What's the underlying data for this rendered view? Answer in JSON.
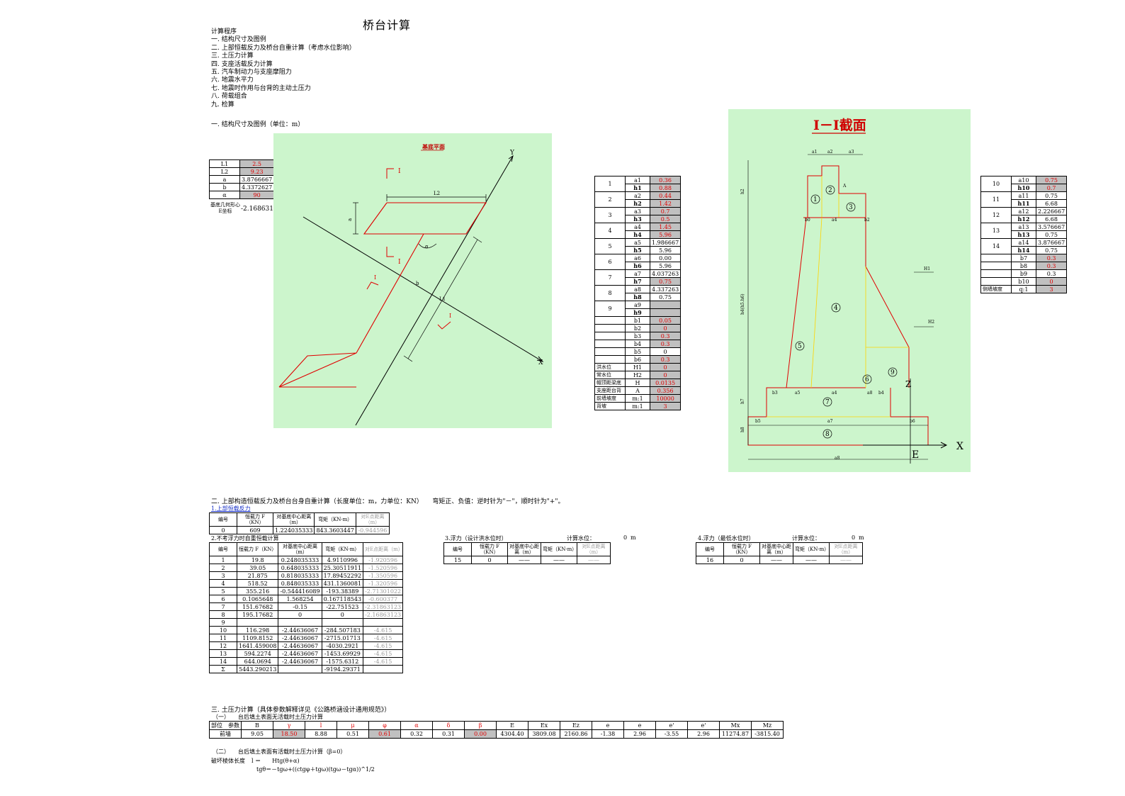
{
  "title": "桥台计算",
  "toc": {
    "heading": "计算程序",
    "items": [
      "一. 结构尺寸及图例",
      "二. 上部恒载反力及桥台自重计算（考虑水位影响）",
      "三. 土压力计算",
      "四. 支座活载反力计算",
      "五. 汽车制动力与支座摩阻力",
      "六. 地震水平力",
      "七. 地震时作用与台背的主动土压力",
      "八. 荷载组合",
      "九. 检算"
    ]
  },
  "section1": {
    "title": "一. 结构尺寸及图例（单位：m）",
    "params": [
      {
        "label": "L1",
        "value": "2.5",
        "shaded": true
      },
      {
        "label": "L2",
        "value": "9.23",
        "shaded": true
      },
      {
        "label": "a",
        "value": "3.8766667",
        "shaded": false
      },
      {
        "label": "b",
        "value": "4.3372627",
        "shaded": false
      },
      {
        "label": "α",
        "value": "90",
        "shaded": true
      }
    ],
    "centroid_label": "基底几何形心E坐标",
    "centroid_value": "-2.168631",
    "plan_title": "基底平面"
  },
  "dims_left": {
    "groups": [
      {
        "num": "1",
        "rows": [
          {
            "k": "a1",
            "v": "0.36",
            "s": true
          },
          {
            "k": "h1",
            "v": "0.88",
            "s": true
          }
        ]
      },
      {
        "num": "2",
        "rows": [
          {
            "k": "a2",
            "v": "0.44",
            "s": true
          },
          {
            "k": "h2",
            "v": "1.42",
            "s": true
          }
        ]
      },
      {
        "num": "3",
        "rows": [
          {
            "k": "a3",
            "v": "0.7",
            "s": true
          },
          {
            "k": "h3",
            "v": "0.5",
            "s": true
          }
        ]
      },
      {
        "num": "4",
        "rows": [
          {
            "k": "a4",
            "v": "1.45",
            "s": true
          },
          {
            "k": "h4",
            "v": "5.96",
            "s": true
          }
        ]
      },
      {
        "num": "5",
        "rows": [
          {
            "k": "a5",
            "v": "1.986667",
            "s": false
          },
          {
            "k": "h5",
            "v": "5.96",
            "s": false
          }
        ]
      },
      {
        "num": "6",
        "rows": [
          {
            "k": "a6",
            "v": "0.00",
            "s": false
          },
          {
            "k": "h6",
            "v": "5.96",
            "s": false
          }
        ]
      },
      {
        "num": "7",
        "rows": [
          {
            "k": "a7",
            "v": "4.037263",
            "s": false
          },
          {
            "k": "h7",
            "v": "0.75",
            "s": true
          }
        ]
      },
      {
        "num": "8",
        "rows": [
          {
            "k": "a8",
            "v": "4.337263",
            "s": false
          },
          {
            "k": "h8",
            "v": "0.75",
            "s": false
          }
        ]
      },
      {
        "num": "9",
        "rows": [
          {
            "k": "a9",
            "v": "",
            "s": true
          },
          {
            "k": "h9",
            "v": "",
            "s": true
          }
        ]
      }
    ],
    "extra": [
      {
        "label": "",
        "k": "b1",
        "v": "0.05",
        "s": true
      },
      {
        "label": "",
        "k": "b2",
        "v": "0",
        "s": true
      },
      {
        "label": "",
        "k": "b3",
        "v": "0.3",
        "s": true
      },
      {
        "label": "",
        "k": "b4",
        "v": "0.3",
        "s": true
      },
      {
        "label": "",
        "k": "b5",
        "v": "0",
        "s": false
      },
      {
        "label": "",
        "k": "b6",
        "v": "0.3",
        "s": true
      },
      {
        "label": "洪水位",
        "k": "H1",
        "v": "0",
        "s": true
      },
      {
        "label": "常水位",
        "k": "H2",
        "v": "0",
        "s": true
      },
      {
        "label": "帽顶距梁底",
        "k": "H",
        "v": "0.0135",
        "s": true
      },
      {
        "label": "支座距台背",
        "k": "A",
        "v": "0.356",
        "s": true
      },
      {
        "label": "前墙坡度",
        "k": "m:1",
        "v": "10000",
        "s": true
      },
      {
        "label": "背坡",
        "k": "m:1",
        "v": "3",
        "s": true
      }
    ]
  },
  "section_title": "Ⅰ－Ⅰ截面",
  "dims_right": {
    "groups": [
      {
        "num": "10",
        "rows": [
          {
            "k": "a10",
            "v": "0.75",
            "s": true
          },
          {
            "k": "h10",
            "v": "0.7",
            "s": true
          }
        ]
      },
      {
        "num": "11",
        "rows": [
          {
            "k": "a11",
            "v": "0.75",
            "s": false
          },
          {
            "k": "h11",
            "v": "6.68",
            "s": false
          }
        ]
      },
      {
        "num": "12",
        "rows": [
          {
            "k": "a12",
            "v": "2.226667",
            "s": false
          },
          {
            "k": "h12",
            "v": "6.68",
            "s": false
          }
        ]
      },
      {
        "num": "13",
        "rows": [
          {
            "k": "a13",
            "v": "3.576667",
            "s": false
          },
          {
            "k": "h13",
            "v": "0.75",
            "s": false
          }
        ]
      },
      {
        "num": "14",
        "rows": [
          {
            "k": "a14",
            "v": "3.876667",
            "s": false
          },
          {
            "k": "h14",
            "v": "0.75",
            "s": false
          }
        ]
      }
    ],
    "extra": [
      {
        "label": "",
        "k": "b7",
        "v": "0.3",
        "s": true
      },
      {
        "label": "",
        "k": "b8",
        "v": "0.3",
        "s": true
      },
      {
        "label": "",
        "k": "b9",
        "v": "0.3",
        "s": false
      },
      {
        "label": "",
        "k": "b10",
        "v": "0",
        "s": true
      },
      {
        "label": "侧墙坡度",
        "k": "q:1",
        "v": "3",
        "s": true
      }
    ]
  },
  "section2": {
    "title": "二. 上部构造恒载反力及桥台台身自重计算（长度单位：m，力单位：KN）　　弯矩正、负值：逆时针为\"－\"，顺时针为\"+\"。",
    "sub1": "1.上部恒载反力",
    "headers": [
      "编号",
      "恒载力 F（KN）",
      "对基底中心距离（m）",
      "弯矩（KN·m）",
      "对E点距离（m）"
    ],
    "t1": [
      [
        "0",
        "609",
        "1.224035333",
        "843.3603447",
        "-0.944596"
      ]
    ],
    "sub2": "2.不考浮力时自重恒载计算",
    "t2": [
      [
        "1",
        "19.8",
        "0.248035333",
        "4.9110996",
        "-1.920596"
      ],
      [
        "2",
        "39.05",
        "0.648035333",
        "25.30511911",
        "-1.520596"
      ],
      [
        "3",
        "21.875",
        "0.818035333",
        "17.89452292",
        "-1.350596"
      ],
      [
        "4",
        "518.52",
        "0.848035333",
        "431.1360081",
        "-1.320596"
      ],
      [
        "5",
        "355.216",
        "-0.544416089",
        "-193.38389",
        "-2.71301022"
      ],
      [
        "6",
        "0.1065648",
        "1.568254",
        "0.167118543",
        "-0.600377"
      ],
      [
        "7",
        "151.67682",
        "-0.15",
        "-22.751523",
        "-2.31863123"
      ],
      [
        "8",
        "195.17682",
        "0",
        "0",
        "-2.16863123"
      ],
      [
        "9",
        "",
        "",
        "",
        ""
      ],
      [
        "10",
        "116.298",
        "-2.44636067",
        "-284.507183",
        "-4.615"
      ],
      [
        "11",
        "1109.8152",
        "-2.44636067",
        "-2715.01713",
        "-4.615"
      ],
      [
        "12",
        "1641.459008",
        "-2.44636067",
        "-4030.2921",
        "-4.615"
      ],
      [
        "13",
        "594.2274",
        "-2.44636067",
        "-1453.69929",
        "-4.615"
      ],
      [
        "14",
        "644.0694",
        "-2.44636067",
        "-1575.6312",
        "-4.615"
      ],
      [
        "Σ",
        "5443.290213",
        "",
        "-9194.29371",
        ""
      ]
    ],
    "sub3": "3.浮力（设计洪水位时）",
    "sub3_level": "计算水位：",
    "sub3_level_v": "0",
    "sub3_unit": "m",
    "t3": [
      [
        "15",
        "0",
        "——",
        "——",
        "——"
      ]
    ],
    "sub4": "4.浮力（最低水位时）",
    "sub4_level": "计算水位：",
    "sub4_level_v": "0",
    "sub4_unit": "m",
    "t4": [
      [
        "16",
        "0",
        "——",
        "——",
        "——"
      ]
    ]
  },
  "section3": {
    "title": "三. 土压力计算（具体参数解释详见《公路桥涵设计通用规范》）",
    "sub1": "（一）　　台后填土表面无活载时土压力计算",
    "headers": [
      "部位　参数",
      "B",
      "γ",
      "l",
      "μ",
      "φ",
      "α",
      "δ",
      "β",
      "E",
      "Ex",
      "Ez",
      "e",
      "e",
      "e'",
      "e'",
      "Mx",
      "Mz"
    ],
    "row": [
      "前墙",
      "9.05",
      "18.50",
      "8.88",
      "0.51",
      "0.61",
      "0.32",
      "0.31",
      "0.00",
      "4304.40",
      "3809.08",
      "2160.86",
      "-1.38",
      "2.96",
      "-3.55",
      "2.96",
      "11274.87",
      "-3815.40"
    ],
    "shaded_cols": [
      2,
      5,
      8
    ],
    "sub2": "（二）　　台后填土表面有活载时土压力计算（β=0）",
    "formula_label": "破坏棱体长度",
    "formula1": "l ＝　　Htg(θ+α)",
    "formula2": "tgθ＝－tgω+((ctgφ＋tgω)(tgω－tgα))^1/2"
  }
}
